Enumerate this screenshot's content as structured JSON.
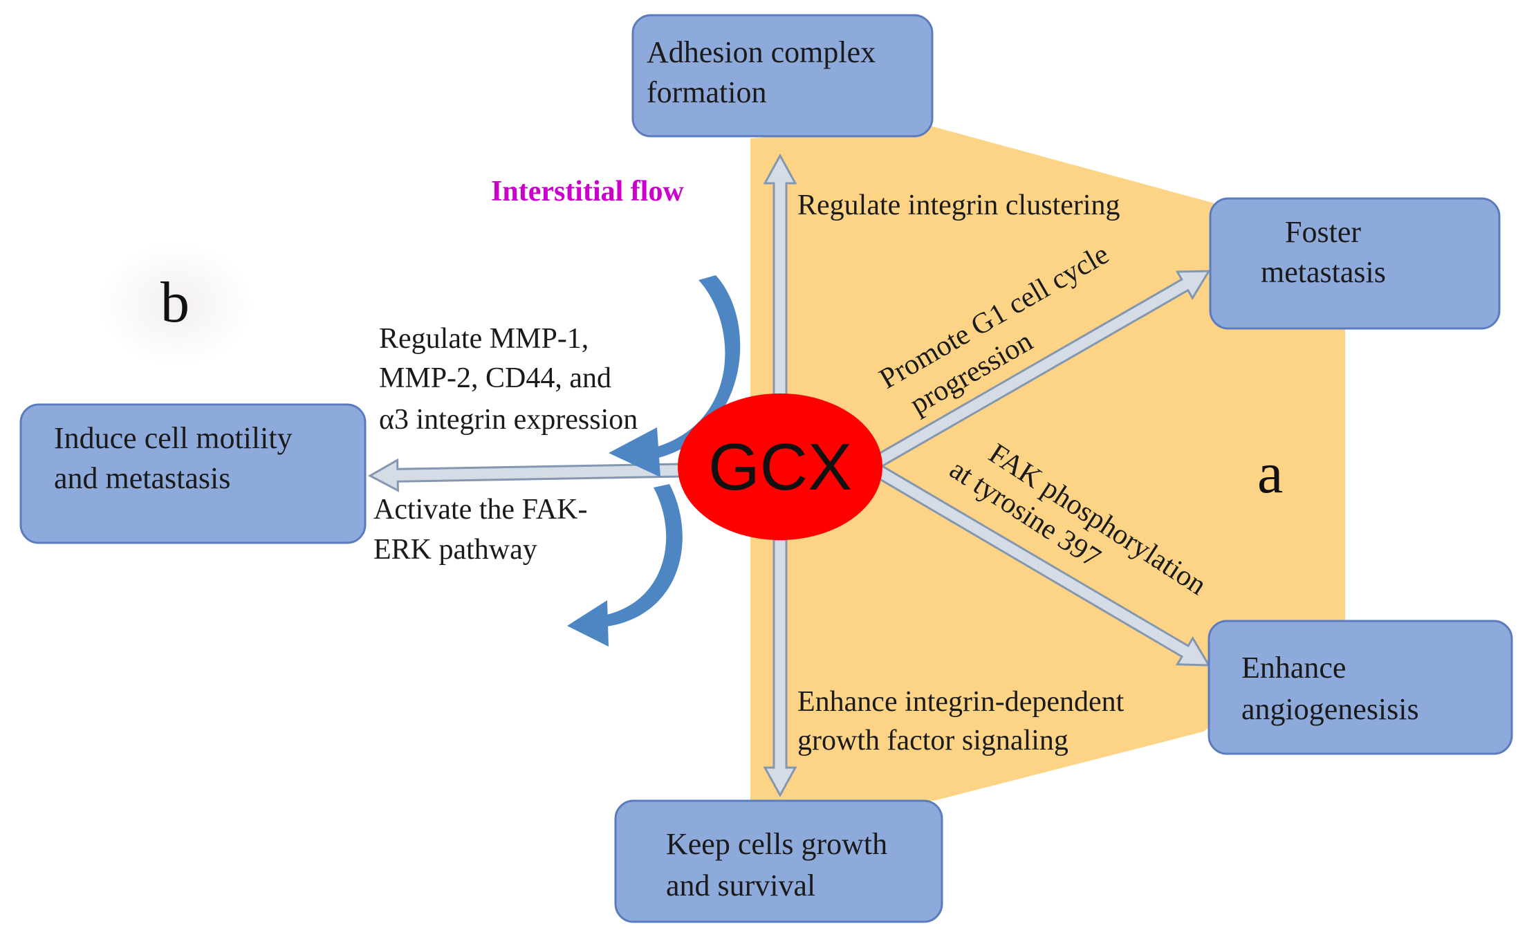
{
  "colors": {
    "box_fill": "#8eaadb",
    "box_stroke": "#5b7bbf",
    "panel_fill": "#fdd486",
    "center_fill": "#ff0000",
    "arrow_fill": "#d6dce5",
    "arrow_stroke": "#8497b0",
    "curve_arrow": "#4e86c3",
    "flow_text": "#cc00cc"
  },
  "center": {
    "label": "GCX"
  },
  "panel_labels": {
    "a": "a",
    "b": "b"
  },
  "flow_label": "Interstitial flow",
  "boxes": {
    "adhesion": [
      "Adhesion complex",
      "formation"
    ],
    "foster": [
      "Foster",
      "metastasis"
    ],
    "angiogenesis": [
      "Enhance",
      "angiogenesisis"
    ],
    "growth": [
      "Keep cells growth",
      "and survival"
    ],
    "motility": [
      "Induce cell motility",
      "and metastasis"
    ]
  },
  "edges": {
    "clustering": [
      "Regulate integrin clustering"
    ],
    "g1": [
      "Promote G1 cell cycle",
      "progression"
    ],
    "fak": [
      "FAK phosphorylation",
      "at tyrosine 397"
    ],
    "signaling": [
      "Enhance integrin-dependent",
      "growth factor signaling"
    ],
    "mmp": [
      "Regulate MMP-1,",
      "MMP-2, CD44, and",
      "α3 integrin expression"
    ],
    "erk": [
      "Activate the FAK-",
      "ERK pathway"
    ]
  }
}
